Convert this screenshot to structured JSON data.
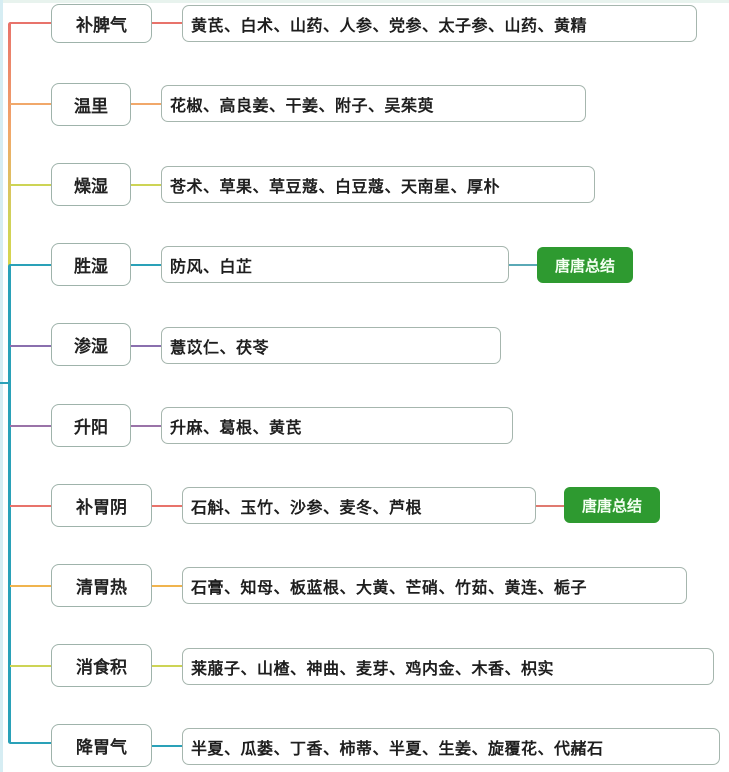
{
  "diagram": {
    "colors": {
      "red": "#e8736b",
      "orange": "#f1a86a",
      "yellow": "#cdd455",
      "teal": "#2aa1b8",
      "purple": "#8a6fae",
      "summary_tag_bg": "#2e9a30"
    },
    "rows": [
      {
        "category": "补脾气",
        "herbs": "黄芪、白术、山药、人参、党参、太子参、山药、黄精",
        "color": "red"
      },
      {
        "category": "温里",
        "herbs": "花椒、高良姜、干姜、附子、吴茱萸",
        "color": "orange"
      },
      {
        "category": "燥湿",
        "herbs": "苍术、草果、草豆蔻、白豆蔻、天南星、厚朴",
        "color": "yellow"
      },
      {
        "category": "胜湿",
        "herbs": "防风、白芷",
        "color": "teal",
        "tag": "唐唐总结"
      },
      {
        "category": "渗湿",
        "herbs": "薏苡仁、茯苓",
        "color": "purple"
      },
      {
        "category": "升阳",
        "herbs": "升麻、葛根、黄芪",
        "color": "purple"
      },
      {
        "category": "补胃阴",
        "herbs": "石斛、玉竹、沙参、麦冬、芦根",
        "color": "red",
        "tag": "唐唐总结"
      },
      {
        "category": "清胃热",
        "herbs": "石膏、知母、板蓝根、大黄、芒硝、竹茹、黄连、栀子",
        "color": "orange"
      },
      {
        "category": "消食积",
        "herbs": "莱菔子、山楂、神曲、麦芽、鸡内金、木香、枳实",
        "color": "yellow"
      },
      {
        "category": "降胃气",
        "herbs": "半夏、瓜蒌、丁香、柿蒂、半夏、生姜、旋覆花、代赭石",
        "color": "teal"
      }
    ]
  }
}
